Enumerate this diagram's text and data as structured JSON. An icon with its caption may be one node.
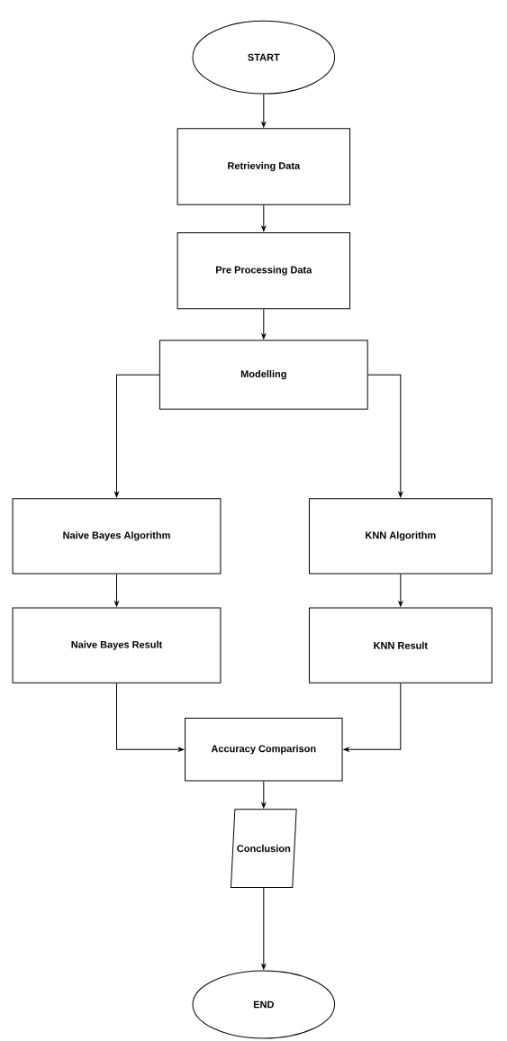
{
  "diagram": {
    "nodes": [
      {
        "text": [
          "START"
        ]
      },
      {
        "text": [
          "Retrieving Data"
        ]
      },
      {
        "text": [
          "Pre Processing Data"
        ]
      },
      {
        "text": [
          "Modelling"
        ]
      },
      {
        "text": [
          "Naive Bayes Algorithm"
        ]
      },
      {
        "text": [
          "KNN Algorithm"
        ]
      },
      {
        "text": [
          "Naive Bayes Result"
        ]
      },
      {
        "text": [
          "KNN Result"
        ]
      },
      {
        "text": [
          "Accuracy Comparison"
        ]
      },
      {
        "text": [
          "Conclusion"
        ]
      },
      {
        "text": [
          "END"
        ]
      }
    ],
    "edges": [
      {
        "from": 0,
        "to": 1,
        "arrow": "to"
      },
      {
        "from": 1,
        "to": 2,
        "arrow": "to"
      },
      {
        "from": 2,
        "to": 3,
        "arrow": "to"
      },
      {
        "from": 3,
        "to": 4,
        "arrow": "to"
      },
      {
        "from": 3,
        "to": 5,
        "arrow": "to"
      },
      {
        "from": 4,
        "to": 6,
        "arrow": "to"
      },
      {
        "from": 5,
        "to": 7,
        "arrow": "to"
      },
      {
        "from": 6,
        "to": 8,
        "arrow": "to"
      },
      {
        "from": 7,
        "to": 8,
        "arrow": "to"
      },
      {
        "from": 8,
        "to": 9,
        "arrow": "to"
      },
      {
        "from": 9,
        "to": 10,
        "arrow": "to"
      }
    ]
  }
}
